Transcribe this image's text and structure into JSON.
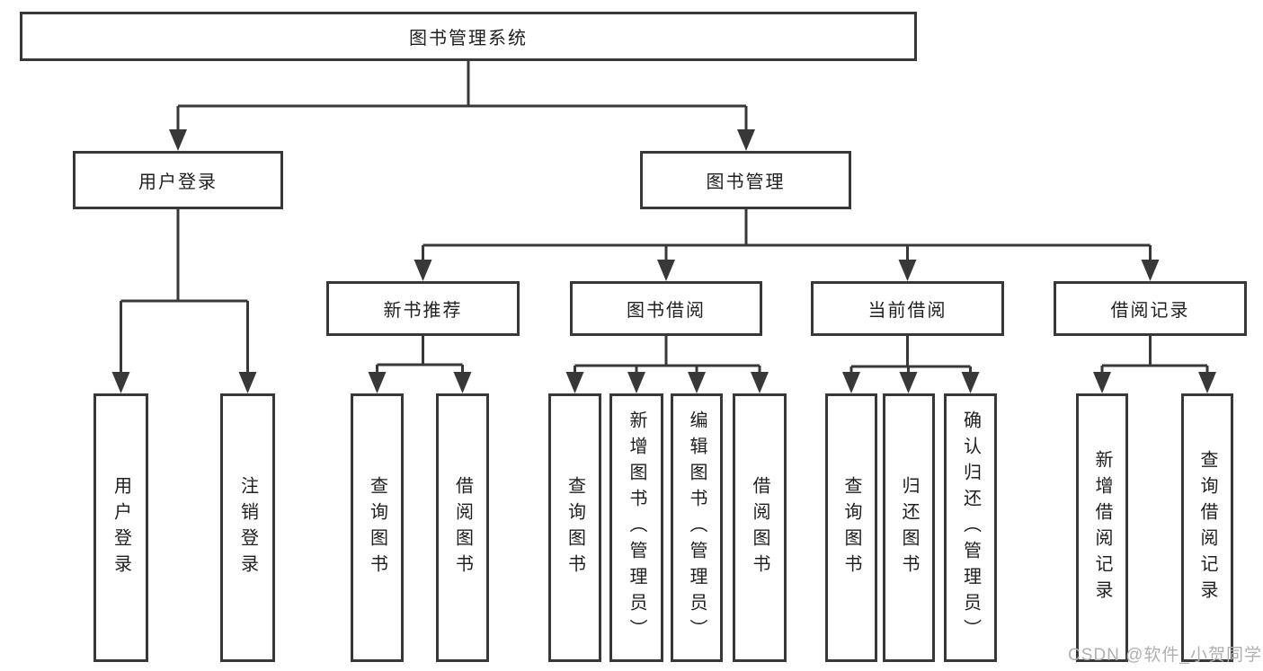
{
  "colors": {
    "line": "#383838",
    "text": "#1f1f1f",
    "background": "#ffffff",
    "watermark": "#b0b0b0"
  },
  "watermark": {
    "text": "CSDN @软件_小贺同学"
  },
  "tree": {
    "root": {
      "label": "图书管理系统"
    },
    "branches": [
      {
        "label": "用户登录",
        "children": [
          {
            "label": "用户登录"
          },
          {
            "label": "注销登录"
          }
        ]
      },
      {
        "label": "图书管理",
        "children": [
          {
            "label": "新书推荐",
            "children": [
              {
                "label": "查询图书"
              },
              {
                "label": "借阅图书"
              }
            ]
          },
          {
            "label": "图书借阅",
            "children": [
              {
                "label": "查询图书"
              },
              {
                "label": "新增图书（管理员）"
              },
              {
                "label": "编辑图书（管理员）"
              },
              {
                "label": "借阅图书"
              }
            ]
          },
          {
            "label": "当前借阅",
            "children": [
              {
                "label": "查询图书"
              },
              {
                "label": "归还图书"
              },
              {
                "label": "确认归还（管理员）"
              }
            ]
          },
          {
            "label": "借阅记录",
            "children": [
              {
                "label": "新增借阅记录"
              },
              {
                "label": "查询借阅记录"
              }
            ]
          }
        ]
      }
    ]
  }
}
